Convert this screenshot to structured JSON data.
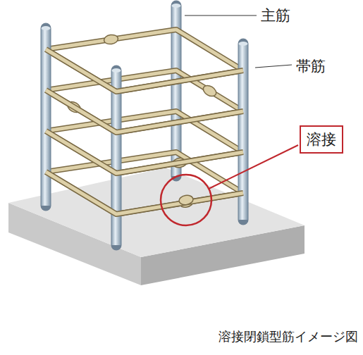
{
  "diagram": {
    "caption": "溶接閉鎖型筋イメージ図",
    "nodes": [
      {
        "text": [
          "溶接"
        ]
      }
    ],
    "labels": [
      "主筋",
      "帯筋"
    ]
  }
}
